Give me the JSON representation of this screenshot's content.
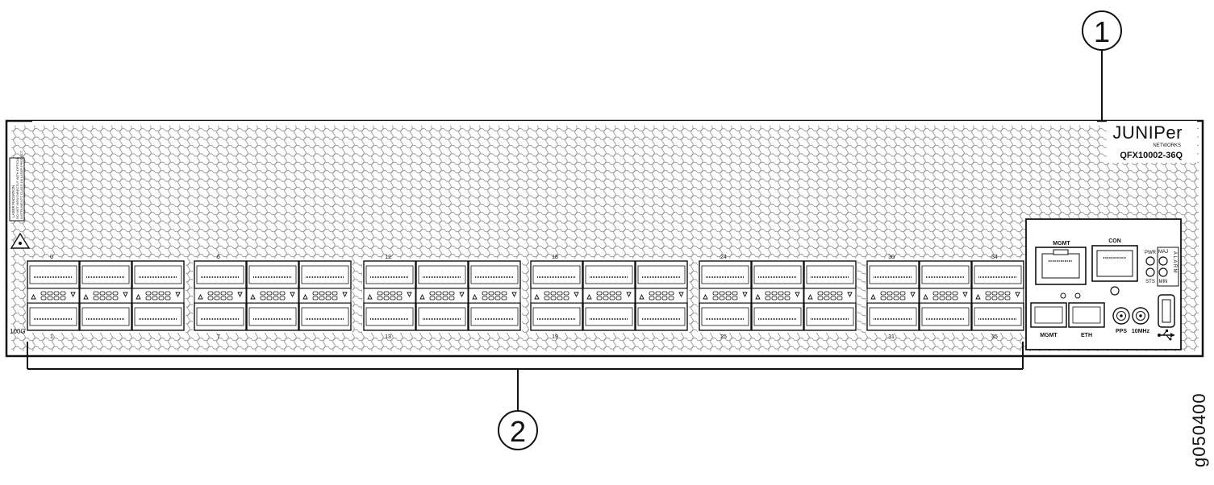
{
  "callouts": [
    {
      "number": "1",
      "target": "management-panel"
    },
    {
      "number": "2",
      "target": "port-panel"
    }
  ],
  "brand": {
    "logo": "JUNIPer",
    "subtitle": "NETWORKS",
    "model": "QFX10002-36Q"
  },
  "speed_label": "100G",
  "port_groups": [
    {
      "top": "0",
      "bottom": "1"
    },
    {
      "top": "6",
      "bottom": "7"
    },
    {
      "top": "12",
      "bottom": "13"
    },
    {
      "top": "18",
      "bottom": "19"
    },
    {
      "top": "24",
      "bottom": "25"
    },
    {
      "top": "30",
      "bottom": "31",
      "top_right": "34",
      "bottom_right": "35"
    }
  ],
  "mgmt_panel": {
    "mgmt_label": "MGMT",
    "con_label": "CON",
    "pwr": "PWR",
    "sts": "STS",
    "maj": "MAJ",
    "min": "MIN",
    "alarm": "ALARM",
    "sfp_mgmt": "MGMT",
    "sfp_eth": "ETH",
    "pps": "PPS",
    "tenmhz": "10MHz",
    "usb_icon": "usb-icon"
  },
  "warning_label": [
    "LASER RADIATION",
    "DO NOT VIEW DIRECTLY WITH OPTICAL",
    "INSTRUMENTS CLASS 1M LASER PRODUCT"
  ],
  "figure_id": "g050400"
}
